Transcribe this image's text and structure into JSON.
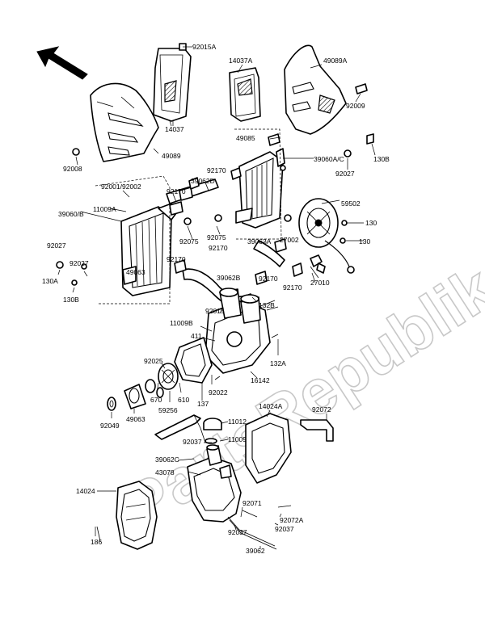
{
  "watermark": "PartsRepublik",
  "labels": {
    "l_92015A": "92015A",
    "l_14037A": "14037A",
    "l_49089A": "49089A",
    "l_92009": "92009",
    "l_14037": "14037",
    "l_49089": "49089",
    "l_92008": "92008",
    "l_49085": "49085",
    "l_39060AC": "39060A/C",
    "l_92027_r": "92027",
    "l_130B_r": "130B",
    "l_92170_a": "92170",
    "l_39062D": "39062D",
    "l_92001": "92001/92002",
    "l_92170_b": "92170",
    "l_11009A": "11009A",
    "l_39060B": "39060/B",
    "l_59502": "59502",
    "l_130_a": "130",
    "l_92075_a": "92075",
    "l_92075_b": "92075",
    "l_39062A": "39062A",
    "l_27002": "27002",
    "l_130_b": "130",
    "l_92027_l": "92027",
    "l_92027_l2": "92027",
    "l_130A": "130A",
    "l_130B_l": "130B",
    "l_92170_c": "92170",
    "l_92170_d": "92170",
    "l_49063_top": "49063",
    "l_39062B": "39062B",
    "l_92170_e": "92170",
    "l_92170_f": "92170",
    "l_27010": "27010",
    "l_132B": "132B",
    "l_92015": "92015",
    "l_11009B": "11009B",
    "l_411": "411",
    "l_16142": "16142",
    "l_132A": "132A",
    "l_92025": "92025",
    "l_670": "670",
    "l_610": "610",
    "l_137": "137",
    "l_92022": "92022",
    "l_92049": "92049",
    "l_49063": "49063",
    "l_59256": "59256",
    "l_14024A": "14024A",
    "l_92072": "92072",
    "l_11012": "11012",
    "l_92037_a": "92037",
    "l_11009": "11009",
    "l_39062C": "39062C",
    "l_43078": "43078",
    "l_14024": "14024",
    "l_92071": "92071",
    "l_92072A": "92072A",
    "l_186": "186",
    "l_92037_b": "92037",
    "l_92037_c": "92037",
    "l_39062": "39062"
  }
}
